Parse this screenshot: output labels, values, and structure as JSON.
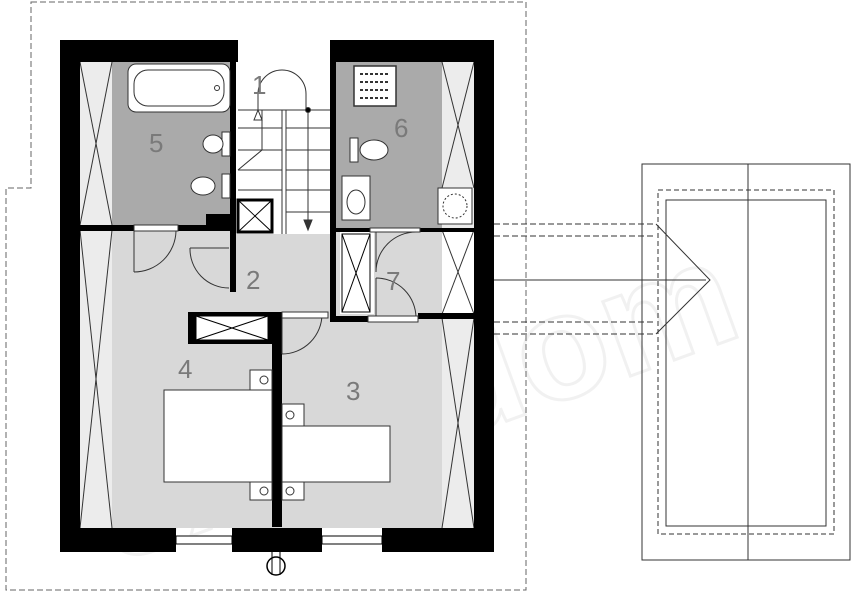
{
  "rooms": [
    {
      "id": "1",
      "label": "1"
    },
    {
      "id": "2",
      "label": "2"
    },
    {
      "id": "3",
      "label": "3"
    },
    {
      "id": "4",
      "label": "4"
    },
    {
      "id": "5",
      "label": "5"
    },
    {
      "id": "6",
      "label": "6"
    },
    {
      "id": "7",
      "label": "7"
    }
  ],
  "watermark": "extradom",
  "colors": {
    "wall": "#000000",
    "wet_room": "#aaaaaa",
    "living_area": "#d8d8d8",
    "window_zone": "#e8e8e8",
    "line": "#333333"
  }
}
